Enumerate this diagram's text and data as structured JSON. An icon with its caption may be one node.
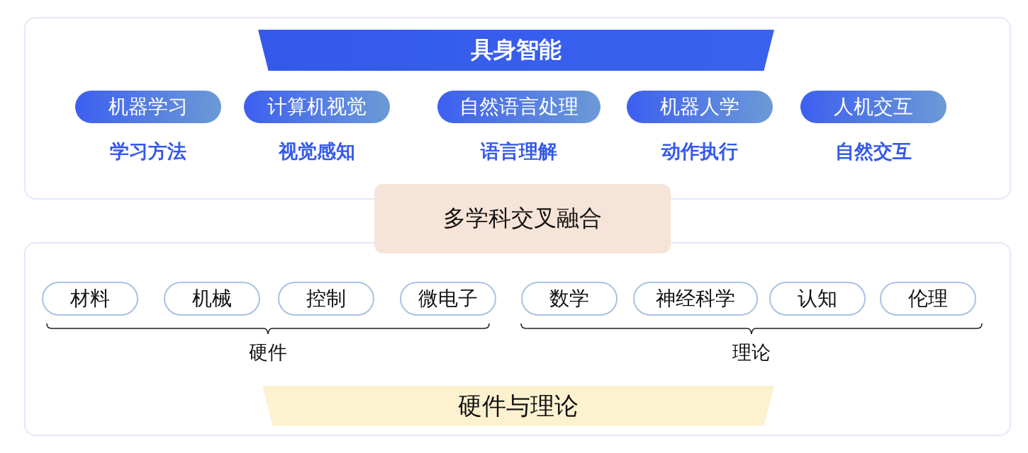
{
  "diagram": {
    "nodes": [
      {
        "text": [],
        "shape": "box"
      },
      {
        "text": [
          "具身智能"
        ],
        "in": 0
      },
      {
        "text": [
          "机器学习"
        ],
        "in": 0,
        "beside": [
          "学习方法"
        ]
      },
      {
        "text": [
          "计算机视觉"
        ],
        "in": 0,
        "beside": [
          "视觉感知"
        ]
      },
      {
        "text": [
          "自然语言处理"
        ],
        "in": 0,
        "beside": [
          "语言理解"
        ]
      },
      {
        "text": [
          "机器人学"
        ],
        "in": 0,
        "beside": [
          "动作执行"
        ]
      },
      {
        "text": [
          "人机交互"
        ],
        "in": 0,
        "beside": [
          "自然交互"
        ]
      },
      {
        "text": [
          "多学科交叉融合"
        ]
      },
      {
        "text": [],
        "shape": "box"
      },
      {
        "text": [
          "材料"
        ],
        "in": 8
      },
      {
        "text": [
          "机械"
        ],
        "in": 8
      },
      {
        "text": [
          "控制"
        ],
        "in": 8
      },
      {
        "text": [
          "微电子"
        ],
        "in": 8
      },
      {
        "text": [
          "数学"
        ],
        "in": 8
      },
      {
        "text": [
          "神经科学"
        ],
        "in": 8
      },
      {
        "text": [
          "认知"
        ],
        "in": 8
      },
      {
        "text": [
          "伦理"
        ],
        "in": 8
      },
      {
        "text": [
          "硬件与理论"
        ],
        "in": 8
      }
    ],
    "edges": [],
    "labels": [
      "硬件",
      "理论"
    ]
  }
}
